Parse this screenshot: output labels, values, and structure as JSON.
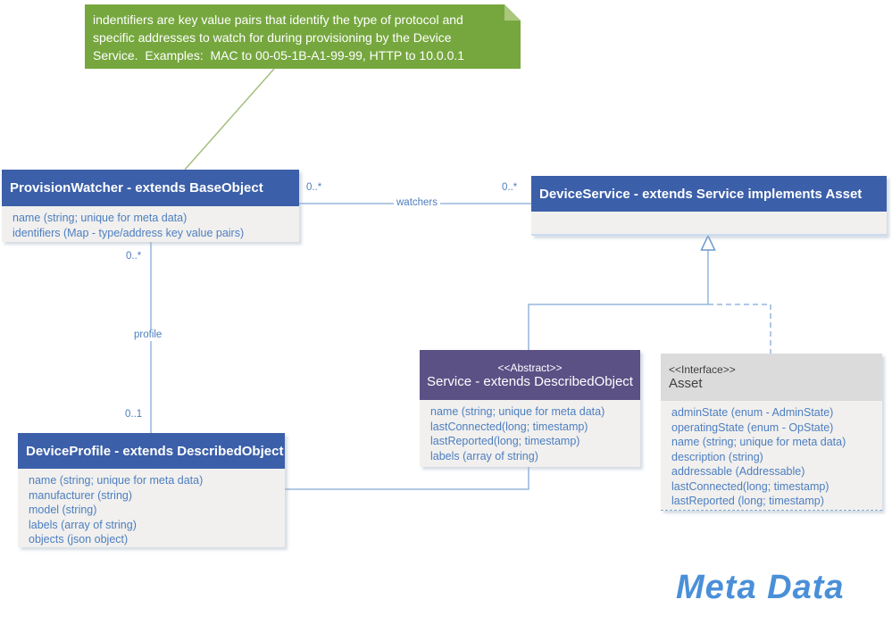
{
  "note": {
    "lines": [
      "indentifiers are key value pairs that identify the type of protocol and",
      "specific addresses to watch for during provisioning by the Device",
      "Service.  Examples:  MAC to 00-05-1B-A1-99-99, HTTP to 10.0.0.1"
    ]
  },
  "classes": {
    "provision_watcher": {
      "title": "ProvisionWatcher - extends BaseObject",
      "attributes": [
        "name (string; unique for meta data)",
        "identifiers (Map - type/address key value pairs)"
      ]
    },
    "device_service": {
      "title": "DeviceService - extends Service implements Asset",
      "attributes": []
    },
    "service": {
      "stereotype": "<<Abstract>>",
      "title": "Service - extends DescribedObject",
      "attributes": [
        "name (string; unique for meta data)",
        "lastConnected(long; timestamp)",
        "lastReported(long; timestamp)",
        "labels (array of string)"
      ]
    },
    "asset": {
      "stereotype": "<<Interface>>",
      "title": "Asset",
      "attributes": [
        "adminState (enum - AdminState)",
        "operatingState (enum - OpState)",
        "name (string; unique for meta data)",
        "description (string)",
        "addressable (Addressable)",
        "lastConnected(long; timestamp)",
        "lastReported (long; timestamp)"
      ]
    },
    "device_profile": {
      "title": "DeviceProfile - extends DescribedObject",
      "attributes": [
        "name (string; unique for meta data)",
        "manufacturer (string)",
        "model (string)",
        "labels (array of string)",
        "objects (json object)"
      ]
    }
  },
  "relationships": {
    "watchers_label": "watchers",
    "profile_label": "profile",
    "pw_watchers_multiplicity": "0..*",
    "ds_watchers_multiplicity": "0..*",
    "pw_profile_multiplicity": "0..*",
    "dp_profile_multiplicity": "0..1"
  },
  "diagram_title": "Meta Data",
  "colors": {
    "header_blue": "#3b5fa9",
    "header_purple": "#5b5185",
    "header_gray": "#dbdbdb",
    "body_gray": "#f1f0ee",
    "attribute_text": "#4d7ec0",
    "connector_blue": "#95b6dc",
    "note_green": "#76a73e",
    "note_fold_green": "#aac77c",
    "title_blue": "#4a90d8"
  }
}
